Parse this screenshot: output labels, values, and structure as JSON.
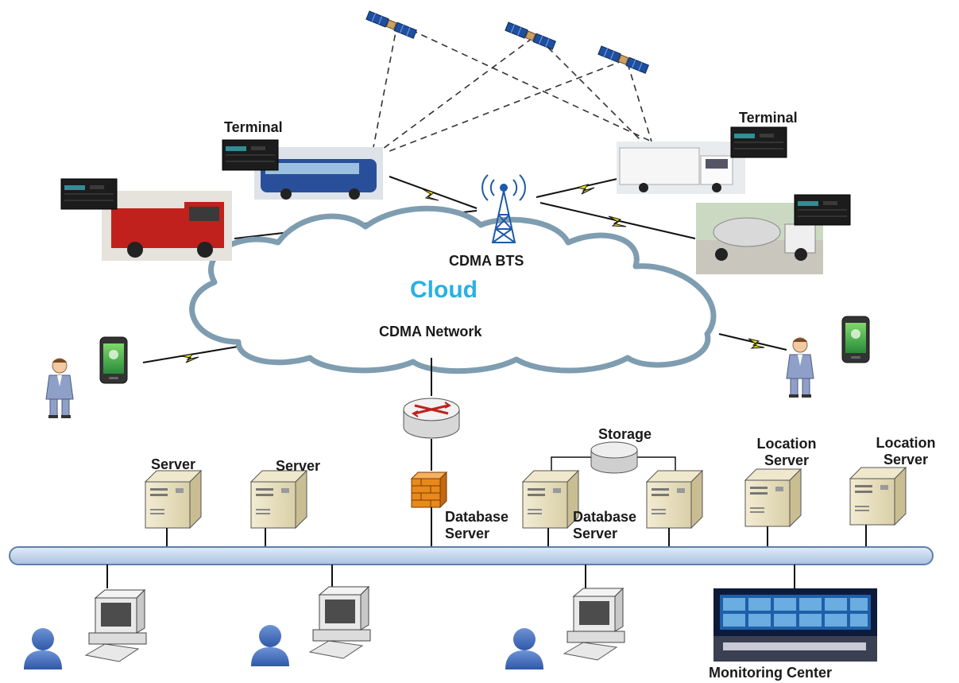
{
  "labels": {
    "terminal_left": "Terminal",
    "terminal_right": "Terminal",
    "bts": "CDMA BTS",
    "cloud": "Cloud",
    "network": "CDMA Network",
    "server_1": "Server",
    "server_2": "Server",
    "storage": "Storage",
    "location_server_1": [
      "Location",
      "Server"
    ],
    "location_server_2": [
      "Location",
      "Server"
    ],
    "database_server_1": [
      "Database",
      "Server"
    ],
    "database_server_2": [
      "Database",
      "Server"
    ],
    "monitoring_center": "Monitoring Center"
  },
  "colors": {
    "cloud_text": "#29b0e6",
    "bus": "#c9d9ee",
    "lightning": "#f2e400"
  },
  "icons": [
    "satellite-icon",
    "bts-tower-icon",
    "router-icon",
    "firewall-icon",
    "server-icon",
    "storage-icon",
    "workstation-icon",
    "user-icon",
    "mobile-phone-icon",
    "person-icon",
    "gps-terminal-icon"
  ]
}
